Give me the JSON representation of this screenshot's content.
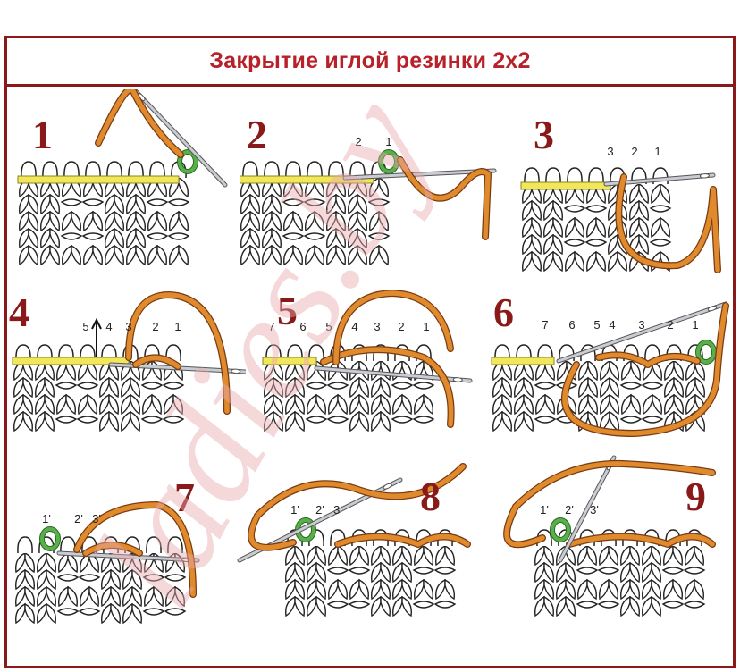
{
  "title": "Закрытие иглой резинки 2х2",
  "watermark": "ladies.by",
  "colors": {
    "frame": "#8a1a1a",
    "title": "#b8202a",
    "yarn": "#e08a2e",
    "yarn_outline": "#7a3a10",
    "needle_rod": "#f2e65a",
    "stitch_green": "#58b04a",
    "needle": "#c9ccd2"
  },
  "panels": [
    {
      "step": "1",
      "labels": []
    },
    {
      "step": "2",
      "labels": [
        "2",
        "1"
      ]
    },
    {
      "step": "3",
      "labels": [
        "3",
        "2",
        "1"
      ]
    },
    {
      "step": "4",
      "labels": [
        "5",
        "4",
        "3",
        "2",
        "1"
      ]
    },
    {
      "step": "5",
      "labels": [
        "7",
        "6",
        "5",
        "4",
        "3",
        "2",
        "1"
      ]
    },
    {
      "step": "6",
      "labels": [
        "7",
        "6",
        "5",
        "4",
        "3",
        "2",
        "1"
      ]
    },
    {
      "step": "7",
      "labels": [
        "1'",
        "2'",
        "3'"
      ]
    },
    {
      "step": "8",
      "labels": [
        "1'",
        "2'",
        "3'"
      ]
    },
    {
      "step": "9",
      "labels": [
        "1'",
        "2'",
        "3'"
      ]
    }
  ]
}
